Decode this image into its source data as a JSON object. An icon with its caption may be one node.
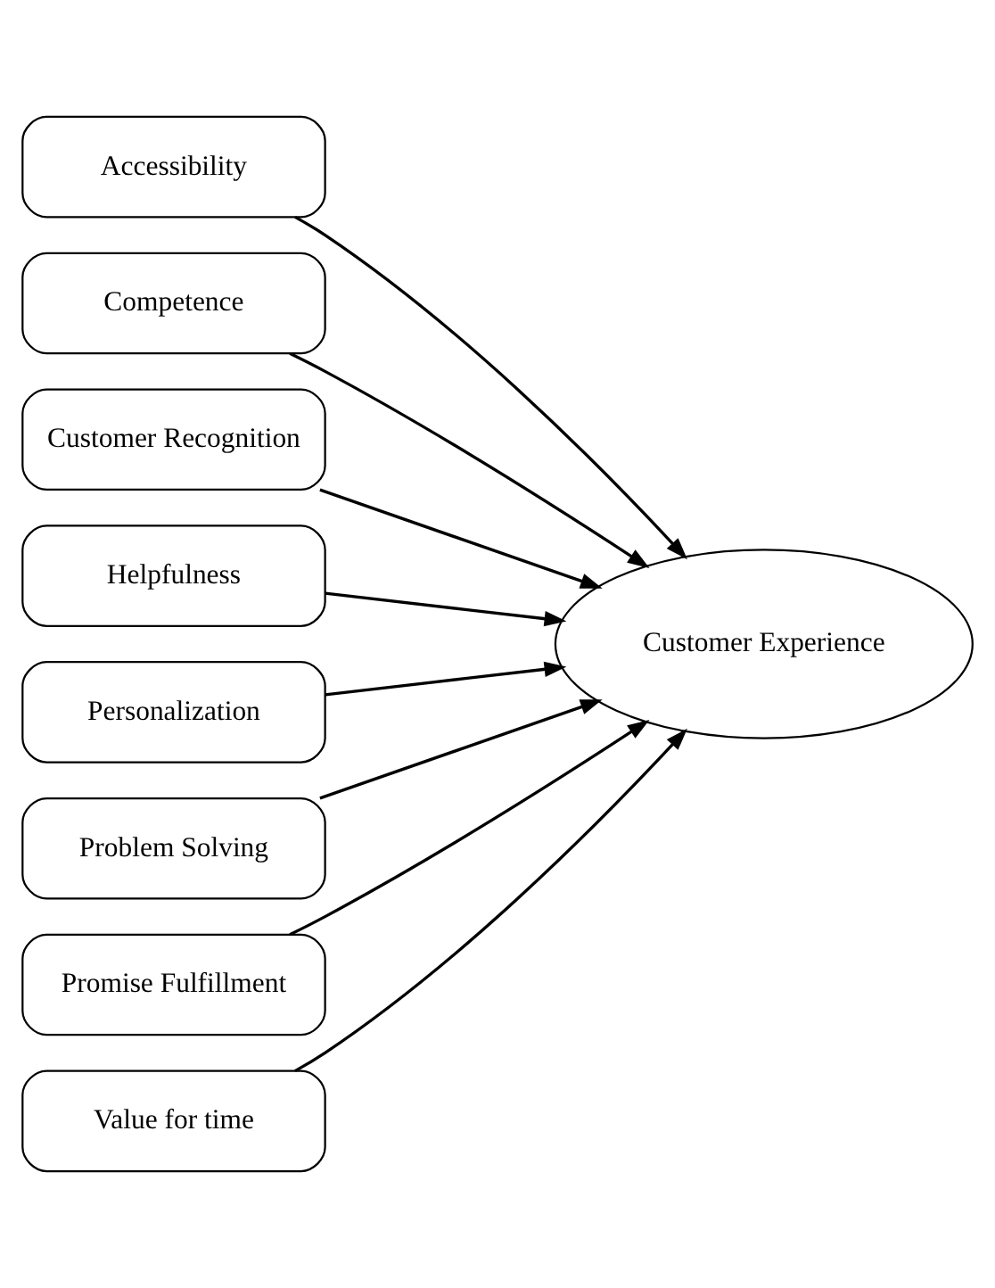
{
  "diagram": {
    "nodes": [
      {
        "text": [
          "Accessibility"
        ]
      },
      {
        "text": [
          "Competence"
        ]
      },
      {
        "text": [
          "Customer Recognition"
        ]
      },
      {
        "text": [
          "Helpfulness"
        ]
      },
      {
        "text": [
          "Personalization"
        ]
      },
      {
        "text": [
          "Problem Solving"
        ]
      },
      {
        "text": [
          "Promise Fulfillment"
        ]
      },
      {
        "text": [
          "Value for time"
        ]
      },
      {
        "text": [
          "Customer Experience"
        ]
      }
    ],
    "edges": [
      {
        "from": 0,
        "to": 8,
        "arrow": "to"
      },
      {
        "from": 1,
        "to": 8,
        "arrow": "to"
      },
      {
        "from": 2,
        "to": 8,
        "arrow": "to"
      },
      {
        "from": 3,
        "to": 8,
        "arrow": "to"
      },
      {
        "from": 4,
        "to": 8,
        "arrow": "to"
      },
      {
        "from": 5,
        "to": 8,
        "arrow": "to"
      },
      {
        "from": 6,
        "to": 8,
        "arrow": "to"
      },
      {
        "from": 7,
        "to": 8,
        "arrow": "to"
      }
    ]
  }
}
